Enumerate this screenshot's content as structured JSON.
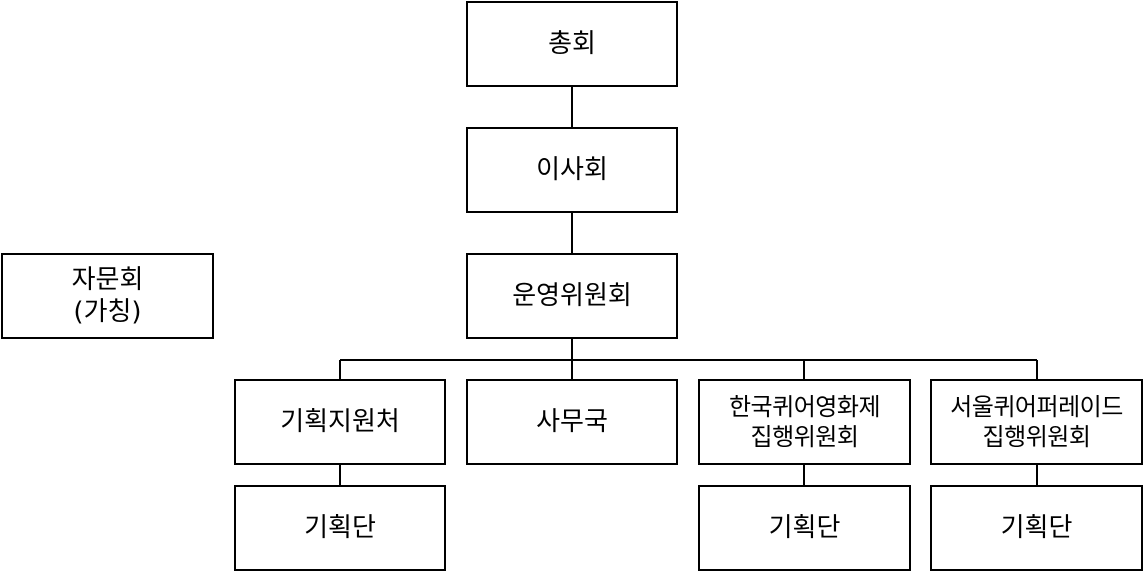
{
  "diagram": {
    "colors": {
      "line": "#000000",
      "box_border": "#000000",
      "box_fill": "#ffffff",
      "text": "#000000"
    },
    "nodes": {
      "general_assembly": "총회",
      "board": "이사회",
      "steering_committee": "운영위원회",
      "advisory_committee": "자문회\n(가칭)",
      "planning_support_office": "기획지원처",
      "secretariat": "사무국",
      "kqff_committee": "한국퀴어영화제\n집행위원회",
      "sqp_committee": "서울퀴어퍼레이드\n집행위원회",
      "planning_team_1": "기획단",
      "planning_team_2": "기획단",
      "planning_team_3": "기획단"
    }
  }
}
